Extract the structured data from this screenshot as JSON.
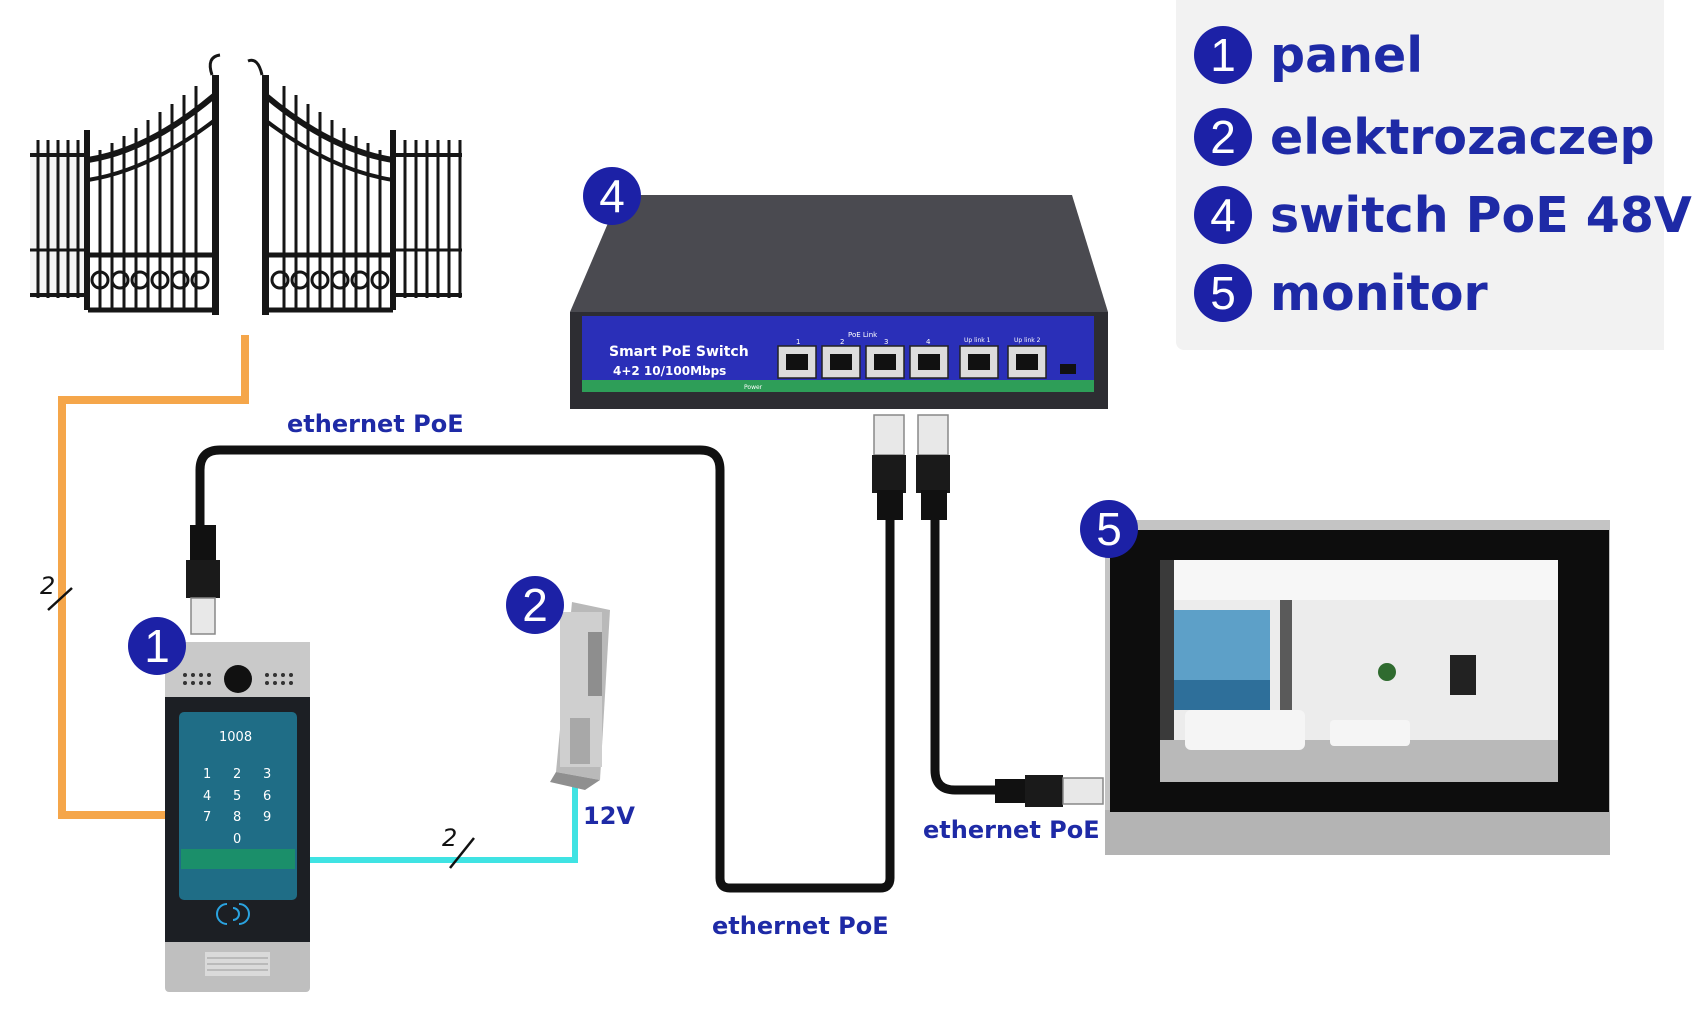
{
  "legend": {
    "items": [
      {
        "num": "1",
        "label": "panel"
      },
      {
        "num": "2",
        "label": "elektrozaczep"
      },
      {
        "num": "4",
        "label": "switch PoE 48V"
      },
      {
        "num": "5",
        "label": "monitor"
      }
    ]
  },
  "badges": {
    "panel": "1",
    "lock": "2",
    "switch": "4",
    "monitor": "5"
  },
  "cables": {
    "top": "ethernet PoE",
    "bottom": "ethernet PoE",
    "monitor": "ethernet PoE",
    "lock_voltage": "12V",
    "gate_wire_count": "2",
    "lock_wire_count": "2"
  },
  "switch": {
    "title": "Smart PoE Switch",
    "subtitle": "4+2 10/100Mbps",
    "poe_link": "PoE Link",
    "port_numbers": [
      "1",
      "2",
      "3",
      "4"
    ],
    "uplink1": "Up link 1",
    "uplink2": "Up link 2",
    "power": "Power"
  },
  "panel": {
    "display_number": "1008",
    "keys": [
      "1",
      "2",
      "3",
      "4",
      "5",
      "6",
      "7",
      "8",
      "9",
      "0"
    ]
  },
  "colors": {
    "accent": "#1c21a6",
    "gate_wire": "#f5a64a",
    "lock_wire": "#3fe3e3",
    "cable": "#111111"
  }
}
